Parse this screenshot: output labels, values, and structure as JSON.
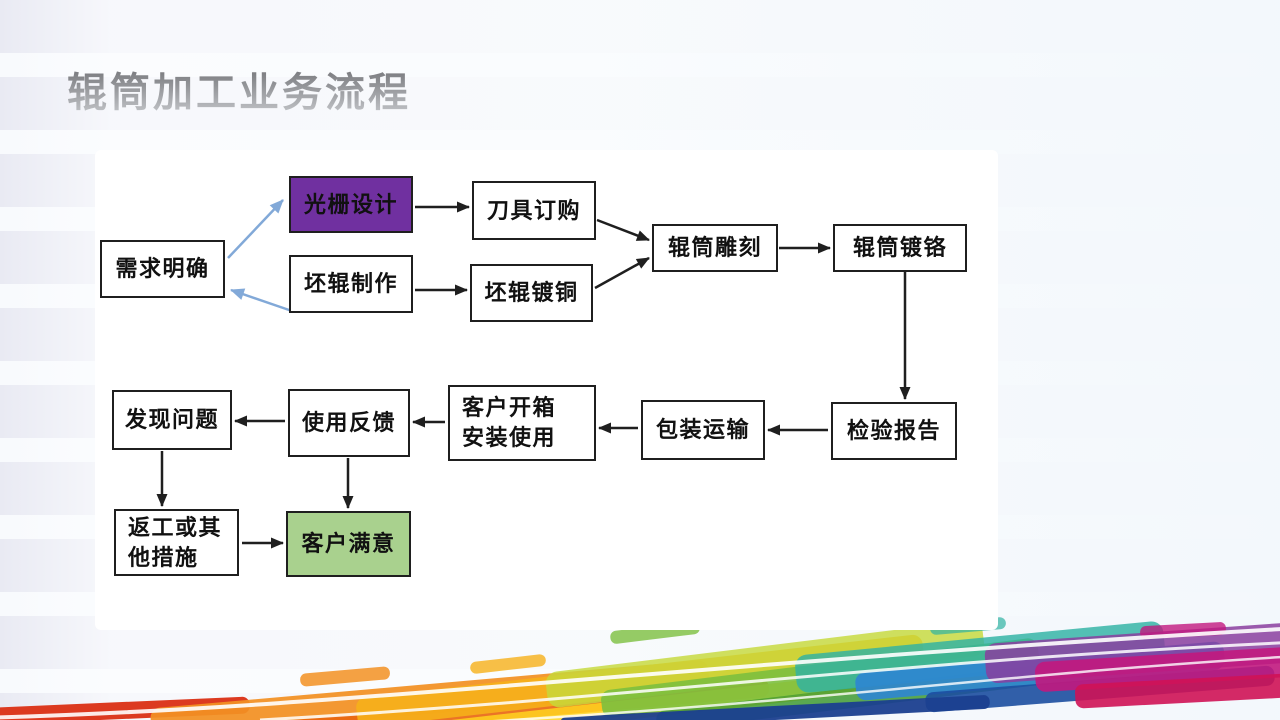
{
  "slide": {
    "title": "辊筒加工业务流程"
  },
  "colors": {
    "node_white": "#ffffff",
    "node_purple": "#7030a0",
    "node_green": "#a9d18e",
    "node_border": "#1f1f1f",
    "arrow_black": "#1f1f1f",
    "arrow_blue": "#82a9d8",
    "panel_bg": "#ffffff",
    "title_text": "#8f9195"
  },
  "diagram": {
    "type": "flowchart",
    "nodes": [
      {
        "id": "requirement",
        "label": "需求明确",
        "fill": "node_white"
      },
      {
        "id": "grating_design",
        "label": "光栅设计",
        "fill": "node_purple"
      },
      {
        "id": "blank_roller",
        "label": "坯辊制作",
        "fill": "node_white"
      },
      {
        "id": "tool_order",
        "label": "刀具订购",
        "fill": "node_white"
      },
      {
        "id": "copper_plating",
        "label": "坯辊镀铜",
        "fill": "node_white"
      },
      {
        "id": "engraving",
        "label": "辊筒雕刻",
        "fill": "node_white"
      },
      {
        "id": "chrome_plating",
        "label": "辊筒镀铬",
        "fill": "node_white"
      },
      {
        "id": "inspection",
        "label": "检验报告",
        "fill": "node_white"
      },
      {
        "id": "packing",
        "label": "包装运输",
        "fill": "node_white"
      },
      {
        "id": "unboxing",
        "label": "客户开箱\n安装使用",
        "fill": "node_white"
      },
      {
        "id": "feedback",
        "label": "使用反馈",
        "fill": "node_white"
      },
      {
        "id": "problem",
        "label": "发现问题",
        "fill": "node_white"
      },
      {
        "id": "rework",
        "label": "返工或其\n他措施",
        "fill": "node_white"
      },
      {
        "id": "satisfied",
        "label": "客户满意",
        "fill": "node_green"
      }
    ],
    "edges": [
      {
        "from": "requirement",
        "to": "grating_design",
        "color": "blue"
      },
      {
        "from": "blank_roller",
        "to": "requirement",
        "color": "blue"
      },
      {
        "from": "grating_design",
        "to": "tool_order",
        "color": "black"
      },
      {
        "from": "blank_roller",
        "to": "copper_plating",
        "color": "black"
      },
      {
        "from": "tool_order",
        "to": "engraving",
        "color": "black"
      },
      {
        "from": "copper_plating",
        "to": "engraving",
        "color": "black"
      },
      {
        "from": "engraving",
        "to": "chrome_plating",
        "color": "black"
      },
      {
        "from": "chrome_plating",
        "to": "inspection",
        "color": "black"
      },
      {
        "from": "inspection",
        "to": "packing",
        "color": "black"
      },
      {
        "from": "packing",
        "to": "unboxing",
        "color": "black"
      },
      {
        "from": "unboxing",
        "to": "feedback",
        "color": "black"
      },
      {
        "from": "feedback",
        "to": "problem",
        "color": "black"
      },
      {
        "from": "problem",
        "to": "rework",
        "color": "black"
      },
      {
        "from": "feedback",
        "to": "satisfied",
        "color": "black"
      },
      {
        "from": "rework",
        "to": "satisfied",
        "color": "black"
      }
    ]
  },
  "decoration": {
    "palette": {
      "red": "#dc3a20",
      "orange": "#f29022",
      "dark_orange": "#e9650e",
      "gold": "#f6b019",
      "yellow": "#ffd41f",
      "yellow_green": "#c6d93b",
      "green": "#7cbf3e",
      "dark_green": "#3e9a33",
      "teal": "#2fb2a3",
      "blue": "#2e85d3",
      "navy": "#1c4ea0",
      "purple": "#8a3e9f",
      "magenta": "#c2187e",
      "crimson": "#cf1255",
      "deep_blue": "#1b3f8f",
      "white": "#ffffff"
    }
  }
}
